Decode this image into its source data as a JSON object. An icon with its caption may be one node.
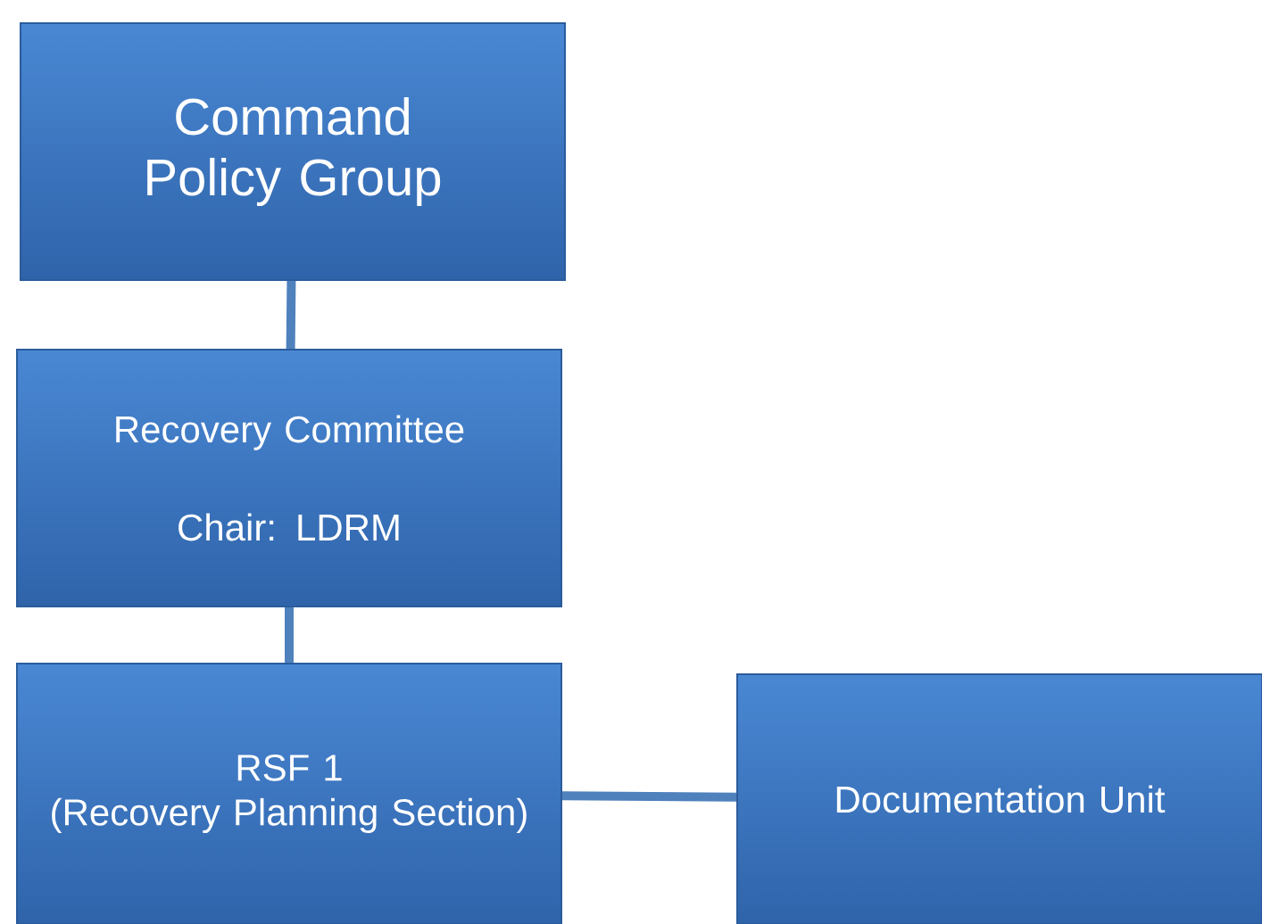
{
  "diagram": {
    "nodes": [
      {
        "text": [
          "Command Policy Group"
        ]
      },
      {
        "text": [
          "Recovery Committee",
          "Chair: LDRM"
        ]
      },
      {
        "text": [
          "RSF 1",
          "(Recovery Planning Section)"
        ]
      },
      {
        "text": [
          "Documentation Unit"
        ]
      }
    ],
    "edges": [
      {
        "from": 0,
        "to": 1,
        "arrow": "none"
      },
      {
        "from": 1,
        "to": 2,
        "arrow": "none"
      },
      {
        "from": 2,
        "to": 3,
        "arrow": "none"
      }
    ]
  }
}
